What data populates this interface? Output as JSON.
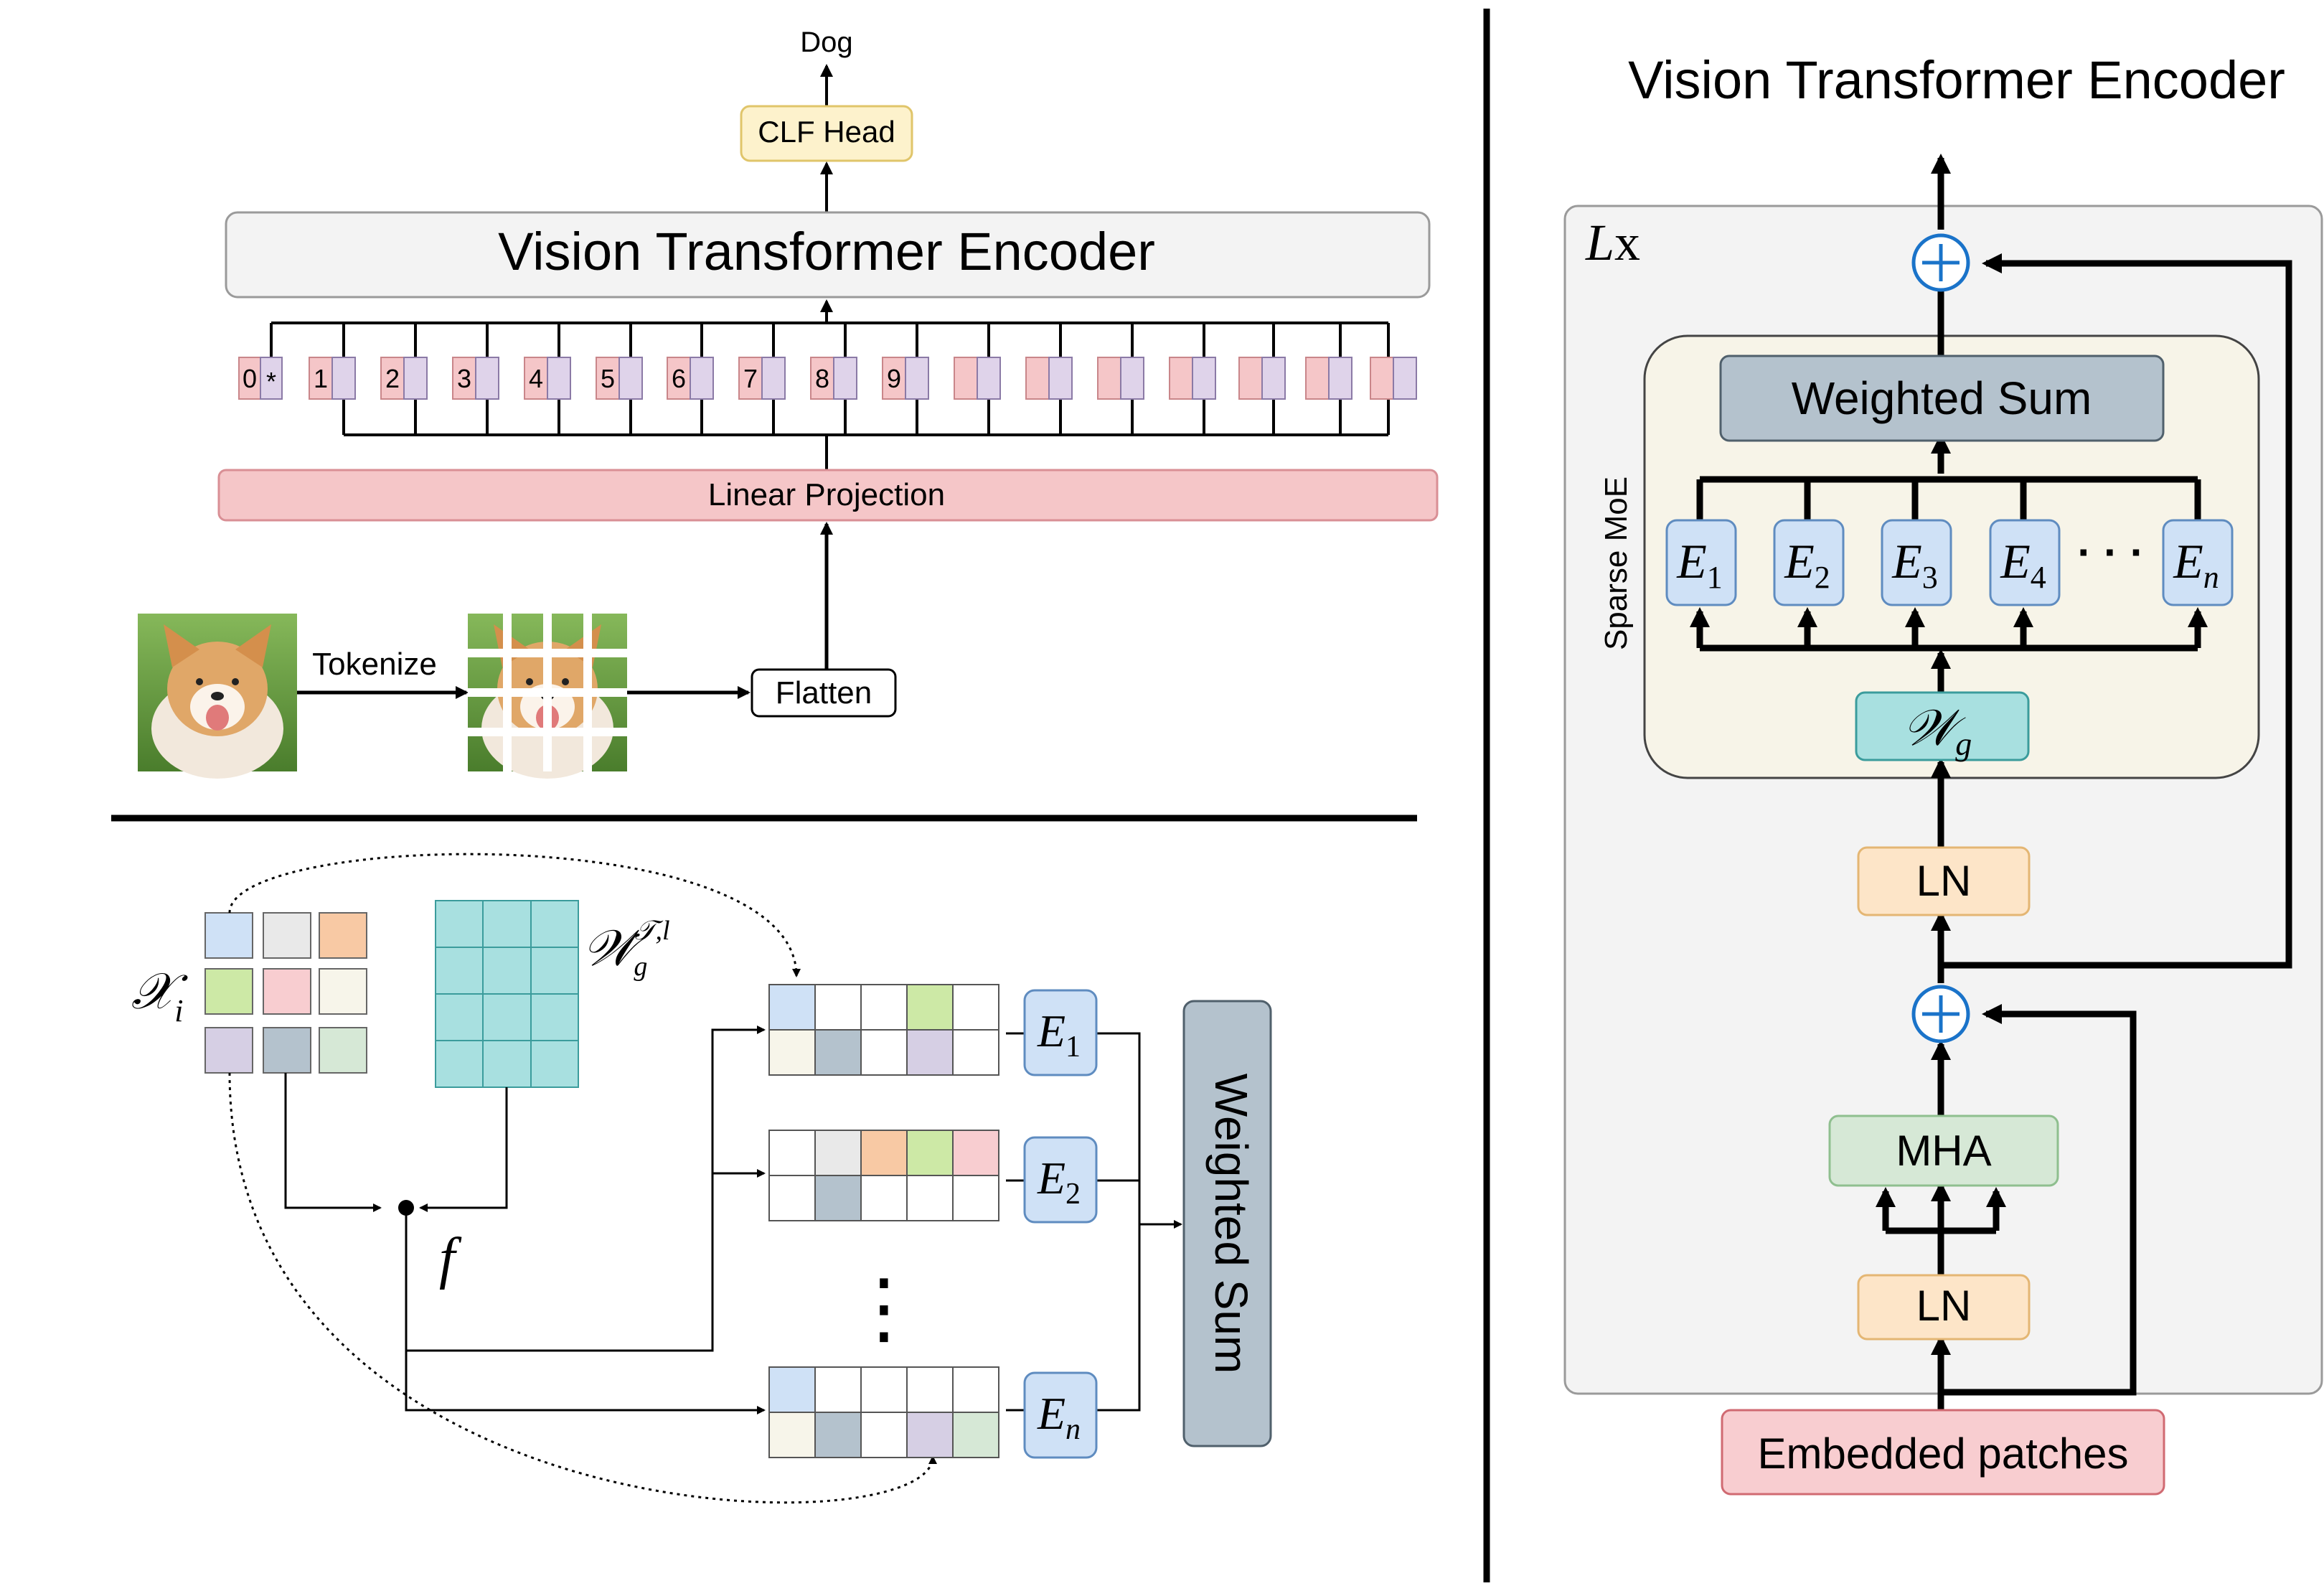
{
  "top": {
    "output_label": "Dog",
    "clf_head": "CLF Head",
    "encoder": "Vision Transformer Encoder",
    "linear_projection": "Linear Projection",
    "tokenize": "Tokenize",
    "flatten": "Flatten",
    "tokens": [
      "0",
      "*",
      "1",
      "2",
      "3",
      "4",
      "5",
      "6",
      "7",
      "8",
      "9"
    ]
  },
  "right": {
    "title": "Vision Transformer Encoder",
    "repeat_prefix": "L",
    "repeat_suffix": "x",
    "weighted_sum": "Weighted Sum",
    "sparse_moe": "Sparse MoE",
    "expert_letter": "E",
    "expert_subs": [
      "1",
      "2",
      "3",
      "4",
      "n"
    ],
    "ellipsis": "· · ·",
    "gate_letter": "𝒲",
    "gate_sub": "g",
    "ln": "LN",
    "mha": "MHA",
    "embedded_patches": "Embedded patches"
  },
  "bottom": {
    "x_letter": "𝒳",
    "x_sub": "i",
    "w_letter": "𝒲",
    "w_sub": "g",
    "w_sup": "𝒯,l",
    "f_label": "f",
    "expert_letter": "E",
    "expert_subs": [
      "1",
      "2",
      "n"
    ],
    "vdots": "⋮",
    "weighted_sum": "Weighted Sum"
  },
  "colors": {
    "blue": "#cfe1f6",
    "grey": "#e9e9e9",
    "orange": "#f8c9a4",
    "green": "#cde9a6",
    "pink": "#f8cdd0",
    "cream": "#f7f5ea",
    "lavender": "#d6cfe4",
    "slate": "#b4c2cd",
    "mint": "#d6e8d6",
    "teal": "#a8e0e0",
    "token_red": "#f5c6c8",
    "token_purple": "#dfd3ea"
  }
}
